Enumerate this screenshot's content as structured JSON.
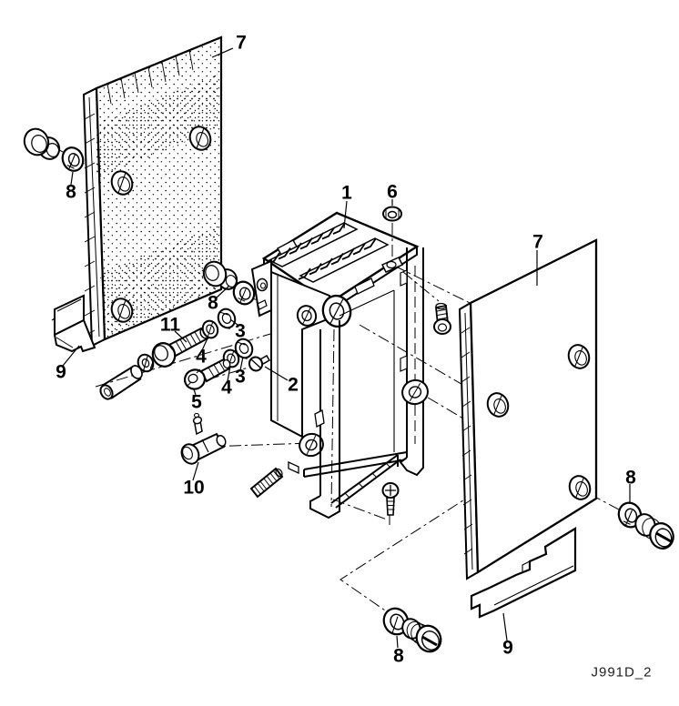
{
  "figure": {
    "code": "J991D_2",
    "kind": "exploded-parts-diagram"
  },
  "style": {
    "line_color": "#000000",
    "background_color": "#ffffff",
    "label_color": "#000000"
  },
  "callouts": [
    {
      "text": "7",
      "target": "left-cover-panel"
    },
    {
      "text": "8",
      "target": "left-plug-and-washer"
    },
    {
      "text": "9",
      "target": "left-bracket"
    },
    {
      "text": "11",
      "target": "sleeve-bolt"
    },
    {
      "text": "8",
      "target": "center-plug-and-washer"
    },
    {
      "text": "3",
      "target": "lock-ring-upper"
    },
    {
      "text": "4",
      "target": "washer-upper"
    },
    {
      "text": "3",
      "target": "lock-ring-lower"
    },
    {
      "text": "4",
      "target": "washer-lower"
    },
    {
      "text": "5",
      "target": "socket-screw"
    },
    {
      "text": "2",
      "target": "small-screw"
    },
    {
      "text": "1",
      "target": "mounting-frame"
    },
    {
      "text": "6",
      "target": "nut"
    },
    {
      "text": "10",
      "target": "valve-fitting"
    },
    {
      "text": "7",
      "target": "right-cover-panel"
    },
    {
      "text": "8",
      "target": "right-plug-and-washer"
    },
    {
      "text": "9",
      "target": "right-bracket"
    },
    {
      "text": "8",
      "target": "bottom-plug-and-washer"
    }
  ]
}
